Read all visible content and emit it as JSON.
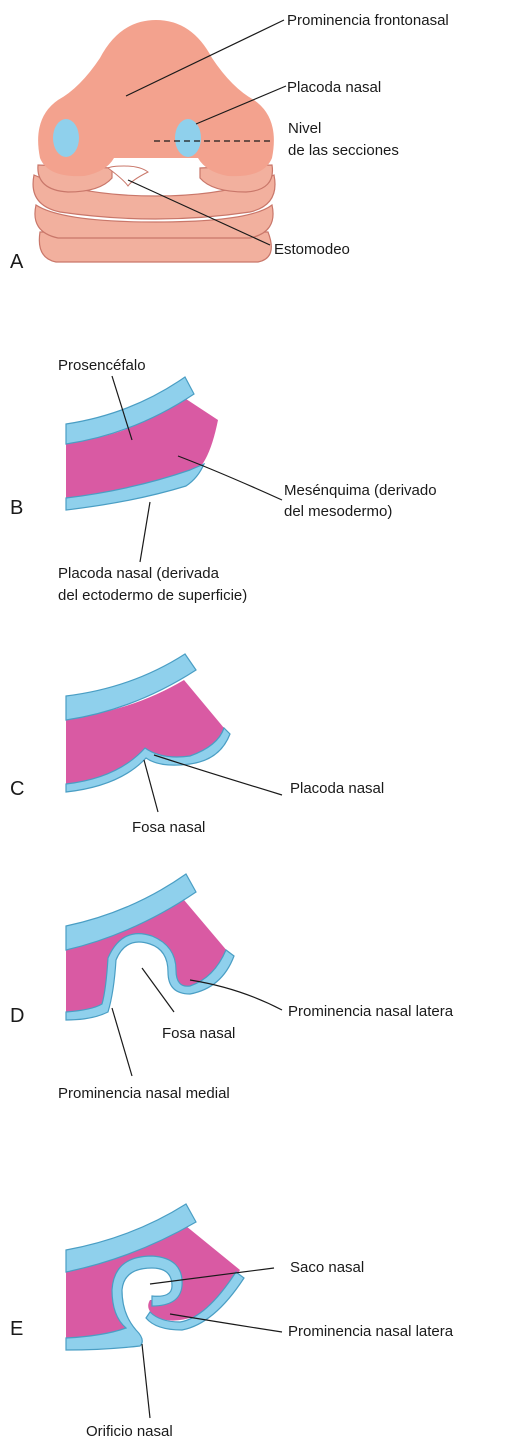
{
  "panels": {
    "a": {
      "letter": "A",
      "labels": {
        "frontonasal": "Prominencia frontonasal",
        "placoda": "Placoda nasal",
        "nivel_1": "Nivel",
        "nivel_2": "de las secciones",
        "estomodeo": "Estomodeo"
      }
    },
    "b": {
      "letter": "B",
      "labels": {
        "prosencefalo": "Prosencéfalo",
        "mesenquima_1": "Mesénquima (derivado",
        "mesenquima_2": "del mesodermo)",
        "placoda_1": "Placoda nasal (derivada",
        "placoda_2": "del ectodermo de superficie)"
      }
    },
    "c": {
      "letter": "C",
      "labels": {
        "placoda": "Placoda nasal",
        "fosa": "Fosa nasal"
      }
    },
    "d": {
      "letter": "D",
      "labels": {
        "lateral": "Prominencia nasal latera",
        "fosa": "Fosa nasal",
        "medial": "Prominencia nasal medial"
      }
    },
    "e": {
      "letter": "E",
      "labels": {
        "saco": "Saco nasal",
        "lateral": "Prominencia nasal latera",
        "orificio": "Orificio nasal"
      }
    }
  },
  "colors": {
    "ectoderm": "#8fd0ec",
    "mesenchyme": "#d95aa3",
    "skin": "#f3a28e",
    "text": "#1a1a1a"
  }
}
